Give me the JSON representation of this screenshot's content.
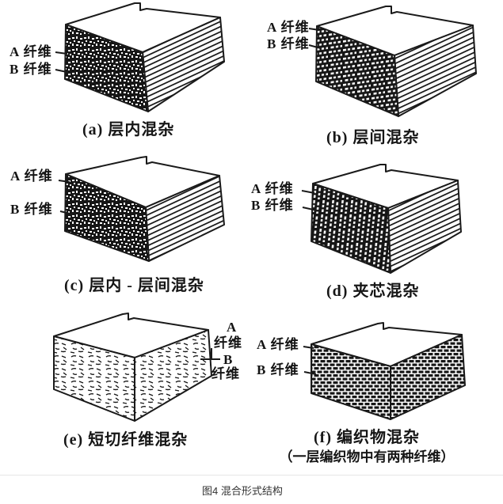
{
  "figure": {
    "caption": "图4 混合形式结构"
  },
  "colors": {
    "ink": "#1a1a1a",
    "background": "#ffffff",
    "caption_text": "#333333"
  },
  "subfigures": {
    "a": {
      "caption": "(a) 层内混杂",
      "label_a": "A 纤维",
      "label_b": "B 纤维"
    },
    "b": {
      "caption": "(b) 层间混杂",
      "label_a": "A 纤维",
      "label_b": "B 纤维"
    },
    "c": {
      "caption": "(c) 层内 - 层间混杂",
      "label_a": "A 纤维",
      "label_b": "B 纤维"
    },
    "d": {
      "caption": "(d) 夹芯混杂",
      "label_a": "A 纤维",
      "label_b": "B 纤维"
    },
    "e": {
      "caption": "(e) 短切纤维混杂",
      "label_a_top": "A",
      "label_a_bottom": "纤维",
      "label_b_top": "B",
      "label_b_bottom": "纤维"
    },
    "f": {
      "caption": "(f) 编织物混杂",
      "subcaption": "（一层编织物中有两种纤维）",
      "label_a": "A 纤维",
      "label_b": "B 纤维"
    }
  }
}
